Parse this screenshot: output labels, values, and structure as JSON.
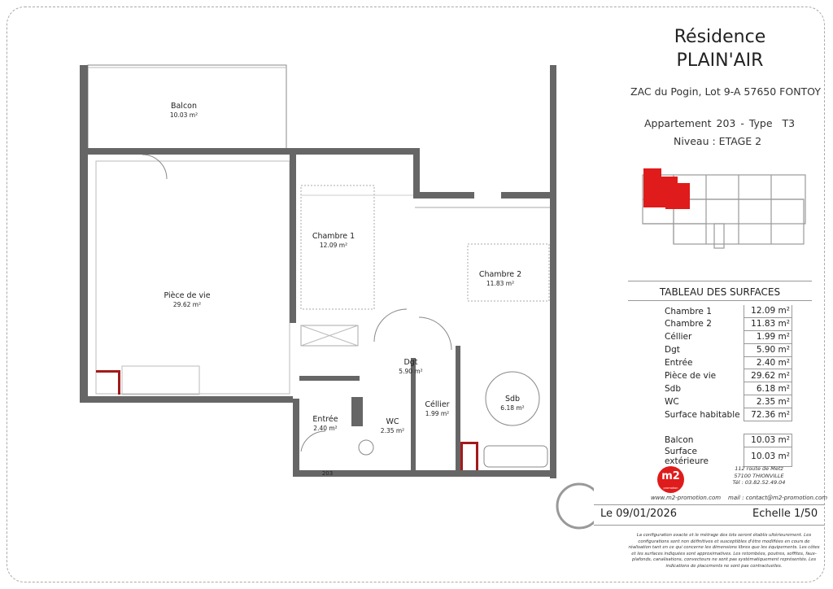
{
  "header": {
    "residence_line1": "Résidence",
    "residence_line2": "PLAIN'AIR",
    "address": "ZAC du Pogin, Lot 9-A 57650 FONTOY",
    "apartment_label": "Appartement",
    "apartment_number": "203",
    "type_label": "- Type",
    "type_value": "T3",
    "level_label": "Niveau :",
    "level_value": "ETAGE 2"
  },
  "surfaces": {
    "title": "TABLEAU DES SURFACES",
    "rows": [
      {
        "name": "Chambre 1",
        "value": "12.09 m²"
      },
      {
        "name": "Chambre 2",
        "value": "11.83 m²"
      },
      {
        "name": "Céllier",
        "value": "1.99 m²"
      },
      {
        "name": "Dgt",
        "value": "5.90 m²"
      },
      {
        "name": "Entrée",
        "value": "2.40 m²"
      },
      {
        "name": "Pièce de vie",
        "value": "29.62 m²"
      },
      {
        "name": "Sdb",
        "value": "6.18 m²"
      },
      {
        "name": "WC",
        "value": "2.35 m²"
      }
    ],
    "total": {
      "name": "Surface habitable",
      "value": "72.36 m²"
    },
    "exterior": [
      {
        "name": "Balcon",
        "value": "10.03 m²"
      },
      {
        "name": "Surface extérieure",
        "value": "10.03 m²"
      }
    ]
  },
  "promoter": {
    "logo_text": "m2",
    "logo_sub": "promotion",
    "address1": "112 route de Metz",
    "address2": "57100 THIONVILLE",
    "phone": "Tél : 03.82.52.49.04",
    "website": "www.m2-promotion.com",
    "email": "mail : contact@m2-promotion.com"
  },
  "footer": {
    "date": "Le 09/01/2026",
    "scale": "Echelle 1/50",
    "disclaimer": "La configuration exacte et le métrage des lots seront établis ultérieurement. Les configurations sont non définitives et susceptibles d'être modifiées en cours de réalisation tant en ce qui concerne les dimensions libres que les équipements. Les côtes et les surfaces indiquées sont approximatives. Les retombées, poutres, soffites, faux-plafonds, canalisations, convecteurs ne sont pas systématiquement représentés. Les indications de placements ne sont pas contractuelles."
  },
  "plan": {
    "rooms": [
      {
        "name": "Balcon",
        "area": "10.03 m²"
      },
      {
        "name": "Pièce de vie",
        "area": "29.62 m²"
      },
      {
        "name": "Chambre 1",
        "area": "12.09 m²"
      },
      {
        "name": "Chambre 2",
        "area": "11.83 m²"
      },
      {
        "name": "Dgt",
        "area": "5.90 m²"
      },
      {
        "name": "Entrée",
        "area": "2.40 m²"
      },
      {
        "name": "WC",
        "area": "2.35 m²"
      },
      {
        "name": "Céllier",
        "area": "1.99 m²"
      },
      {
        "name": "Sdb",
        "area": "6.18 m²"
      }
    ],
    "door_number": "203"
  },
  "colors": {
    "accent": "#e01b1b",
    "wall": "#555555",
    "highlight": "#a31a1a"
  }
}
